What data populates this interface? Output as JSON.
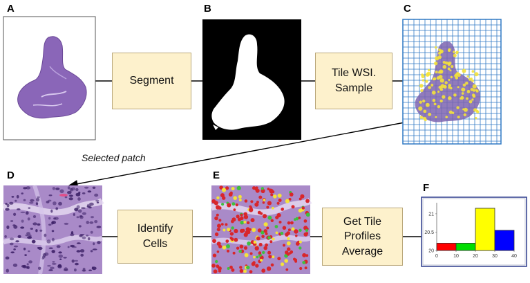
{
  "panels": {
    "a": "A",
    "b": "B",
    "c": "C",
    "d": "D",
    "e": "E",
    "f": "F"
  },
  "steps": {
    "segment": "Segment",
    "tile": "Tile WSI.\nSample",
    "identify": "Identify\nCells",
    "profiles": "Get Tile\nProfiles\nAverage"
  },
  "selected_patch": "Selected  patch",
  "colors": {
    "box_fill": "#fdf1cc",
    "grid_blue": "#2f78c4",
    "tissue_purple": "#8a66b8",
    "cell_red": "#d8262b",
    "cell_green": "#3fbf3f",
    "cell_yellow": "#f4e23a",
    "mask_white": "#ffffff",
    "mask_black": "#000000"
  },
  "chart_data": {
    "type": "bar",
    "bars": [
      {
        "x0": 0,
        "x1": 10,
        "value": 20.2,
        "color": "#ff0000"
      },
      {
        "x0": 10,
        "x1": 20,
        "value": 20.2,
        "color": "#00dd00"
      },
      {
        "x0": 20,
        "x1": 30,
        "value": 21.15,
        "color": "#ffff00"
      },
      {
        "x0": 30,
        "x1": 40,
        "value": 20.55,
        "color": "#0000ff"
      }
    ],
    "xticks": [
      "0",
      "10",
      "20",
      "30",
      "40"
    ],
    "yticks": [
      "20",
      "20.5",
      "21"
    ],
    "xlim": [
      0,
      40
    ],
    "ylim": [
      20,
      21.3
    ]
  }
}
